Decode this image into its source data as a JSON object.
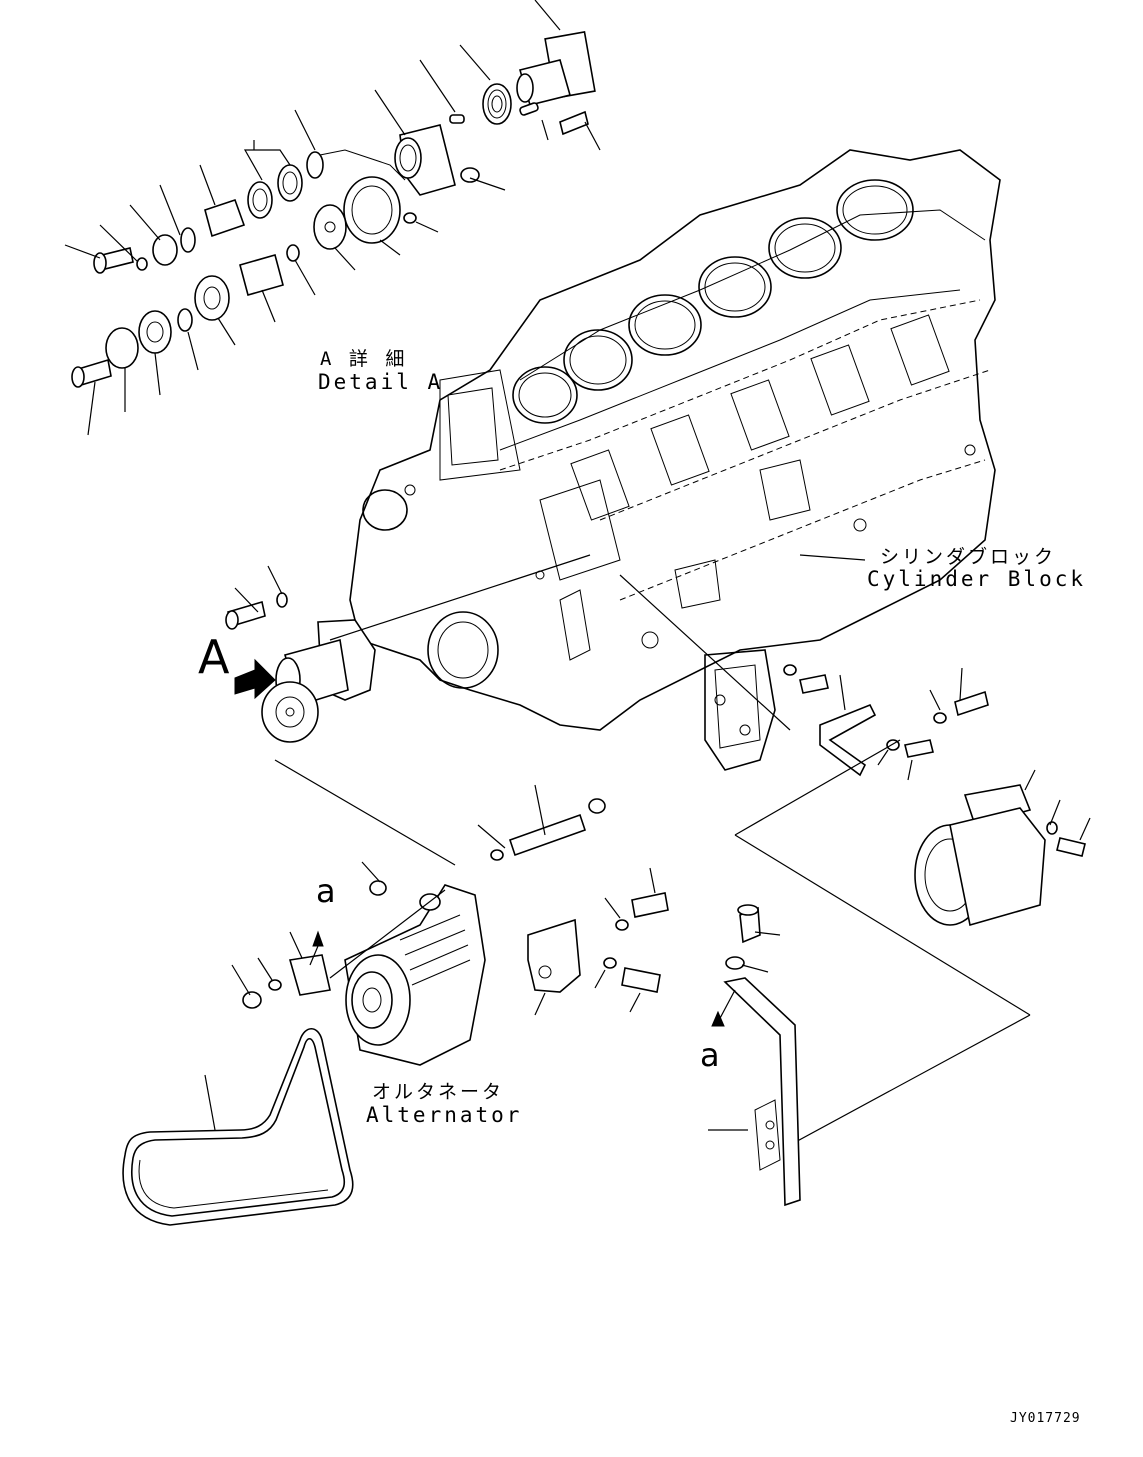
{
  "labels": {
    "detail_a_jp": "A 詳 細",
    "detail_a_en": "Detail A",
    "cylinder_block_jp": "シリンダブロック",
    "cylinder_block_en": "Cylinder Block",
    "alternator_jp": "オルタネータ",
    "alternator_en": "Alternator",
    "view_marker": "A",
    "ref_a_left": "a",
    "ref_a_right": "a",
    "drawing_id": "JY017729"
  }
}
